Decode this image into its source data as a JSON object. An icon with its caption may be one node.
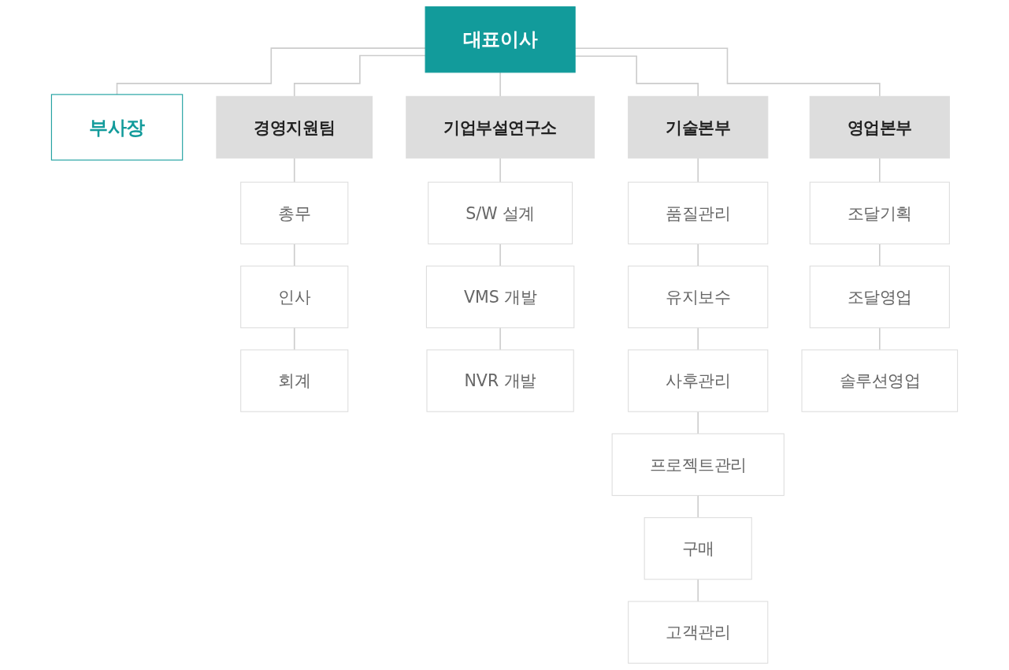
{
  "diagram": {
    "nodes": [
      {
        "text": [
          "대표이사"
        ]
      },
      {
        "text": [
          "부사장"
        ]
      },
      {
        "text": [
          "경영지원팀"
        ]
      },
      {
        "text": [
          "총무"
        ]
      },
      {
        "text": [
          "인사"
        ]
      },
      {
        "text": [
          "회계"
        ]
      },
      {
        "text": [
          "기업부설연구소"
        ]
      },
      {
        "text": [
          "S/W 설계"
        ]
      },
      {
        "text": [
          "VMS 개발"
        ]
      },
      {
        "text": [
          "NVR 개발"
        ]
      },
      {
        "text": [
          "기술본부"
        ]
      },
      {
        "text": [
          "품질관리"
        ]
      },
      {
        "text": [
          "유지보수"
        ]
      },
      {
        "text": [
          "사후관리"
        ]
      },
      {
        "text": [
          "프로젝트관리"
        ]
      },
      {
        "text": [
          "구매"
        ]
      },
      {
        "text": [
          "고객관리"
        ]
      },
      {
        "text": [
          "영업본부"
        ]
      },
      {
        "text": [
          "조달기획"
        ]
      },
      {
        "text": [
          "조달영업"
        ]
      },
      {
        "text": [
          "솔루션영업"
        ]
      }
    ],
    "edges": [
      {
        "from": 0,
        "to": 1,
        "arrow": "none"
      },
      {
        "from": 0,
        "to": 2,
        "arrow": "none"
      },
      {
        "from": 0,
        "to": 6,
        "arrow": "none"
      },
      {
        "from": 0,
        "to": 10,
        "arrow": "none"
      },
      {
        "from": 0,
        "to": 17,
        "arrow": "none"
      },
      {
        "from": 2,
        "to": 3,
        "arrow": "none"
      },
      {
        "from": 3,
        "to": 4,
        "arrow": "none"
      },
      {
        "from": 4,
        "to": 5,
        "arrow": "none"
      },
      {
        "from": 6,
        "to": 7,
        "arrow": "none"
      },
      {
        "from": 7,
        "to": 8,
        "arrow": "none"
      },
      {
        "from": 8,
        "to": 9,
        "arrow": "none"
      },
      {
        "from": 10,
        "to": 11,
        "arrow": "none"
      },
      {
        "from": 11,
        "to": 12,
        "arrow": "none"
      },
      {
        "from": 12,
        "to": 13,
        "arrow": "none"
      },
      {
        "from": 13,
        "to": 14,
        "arrow": "none"
      },
      {
        "from": 14,
        "to": 15,
        "arrow": "none"
      },
      {
        "from": 15,
        "to": 16,
        "arrow": "none"
      },
      {
        "from": 17,
        "to": 18,
        "arrow": "none"
      },
      {
        "from": 18,
        "to": 19,
        "arrow": "none"
      },
      {
        "from": 19,
        "to": 20,
        "arrow": "none"
      }
    ]
  }
}
